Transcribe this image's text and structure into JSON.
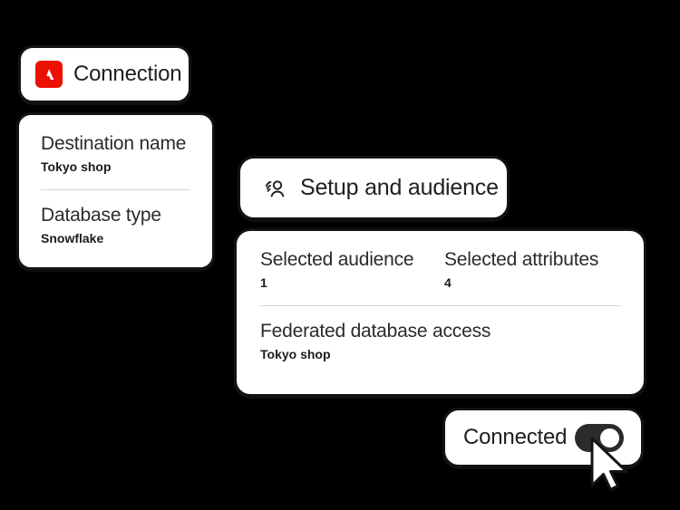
{
  "theme": {
    "background": "#000000",
    "card_background": "#ffffff",
    "card_border": "#131313",
    "text_color": "#2b2b2b",
    "divider_color": "#d6d6d6",
    "adobe_red": "#EB1000",
    "toggle_on_color": "#2b2b2b"
  },
  "connection_card": {
    "icon": "adobe-logo-icon",
    "title": "Connection"
  },
  "destination_card": {
    "fields": [
      {
        "label": "Destination name",
        "value": "Tokyo shop"
      },
      {
        "label": "Database type",
        "value": "Snowflake"
      }
    ]
  },
  "setup_card": {
    "icon": "audience-users-icon",
    "title": "Setup and audience"
  },
  "details_card": {
    "stats": [
      {
        "label": "Selected audience",
        "value": "1"
      },
      {
        "label": "Selected attributes",
        "value": "4"
      }
    ],
    "access": {
      "label": "Federated database access",
      "value": "Tokyo shop"
    }
  },
  "connected_card": {
    "title": "Connected",
    "toggle": {
      "name": "connection-toggle",
      "state": "on"
    }
  },
  "cursor": {
    "icon": "mouse-pointer-icon"
  }
}
